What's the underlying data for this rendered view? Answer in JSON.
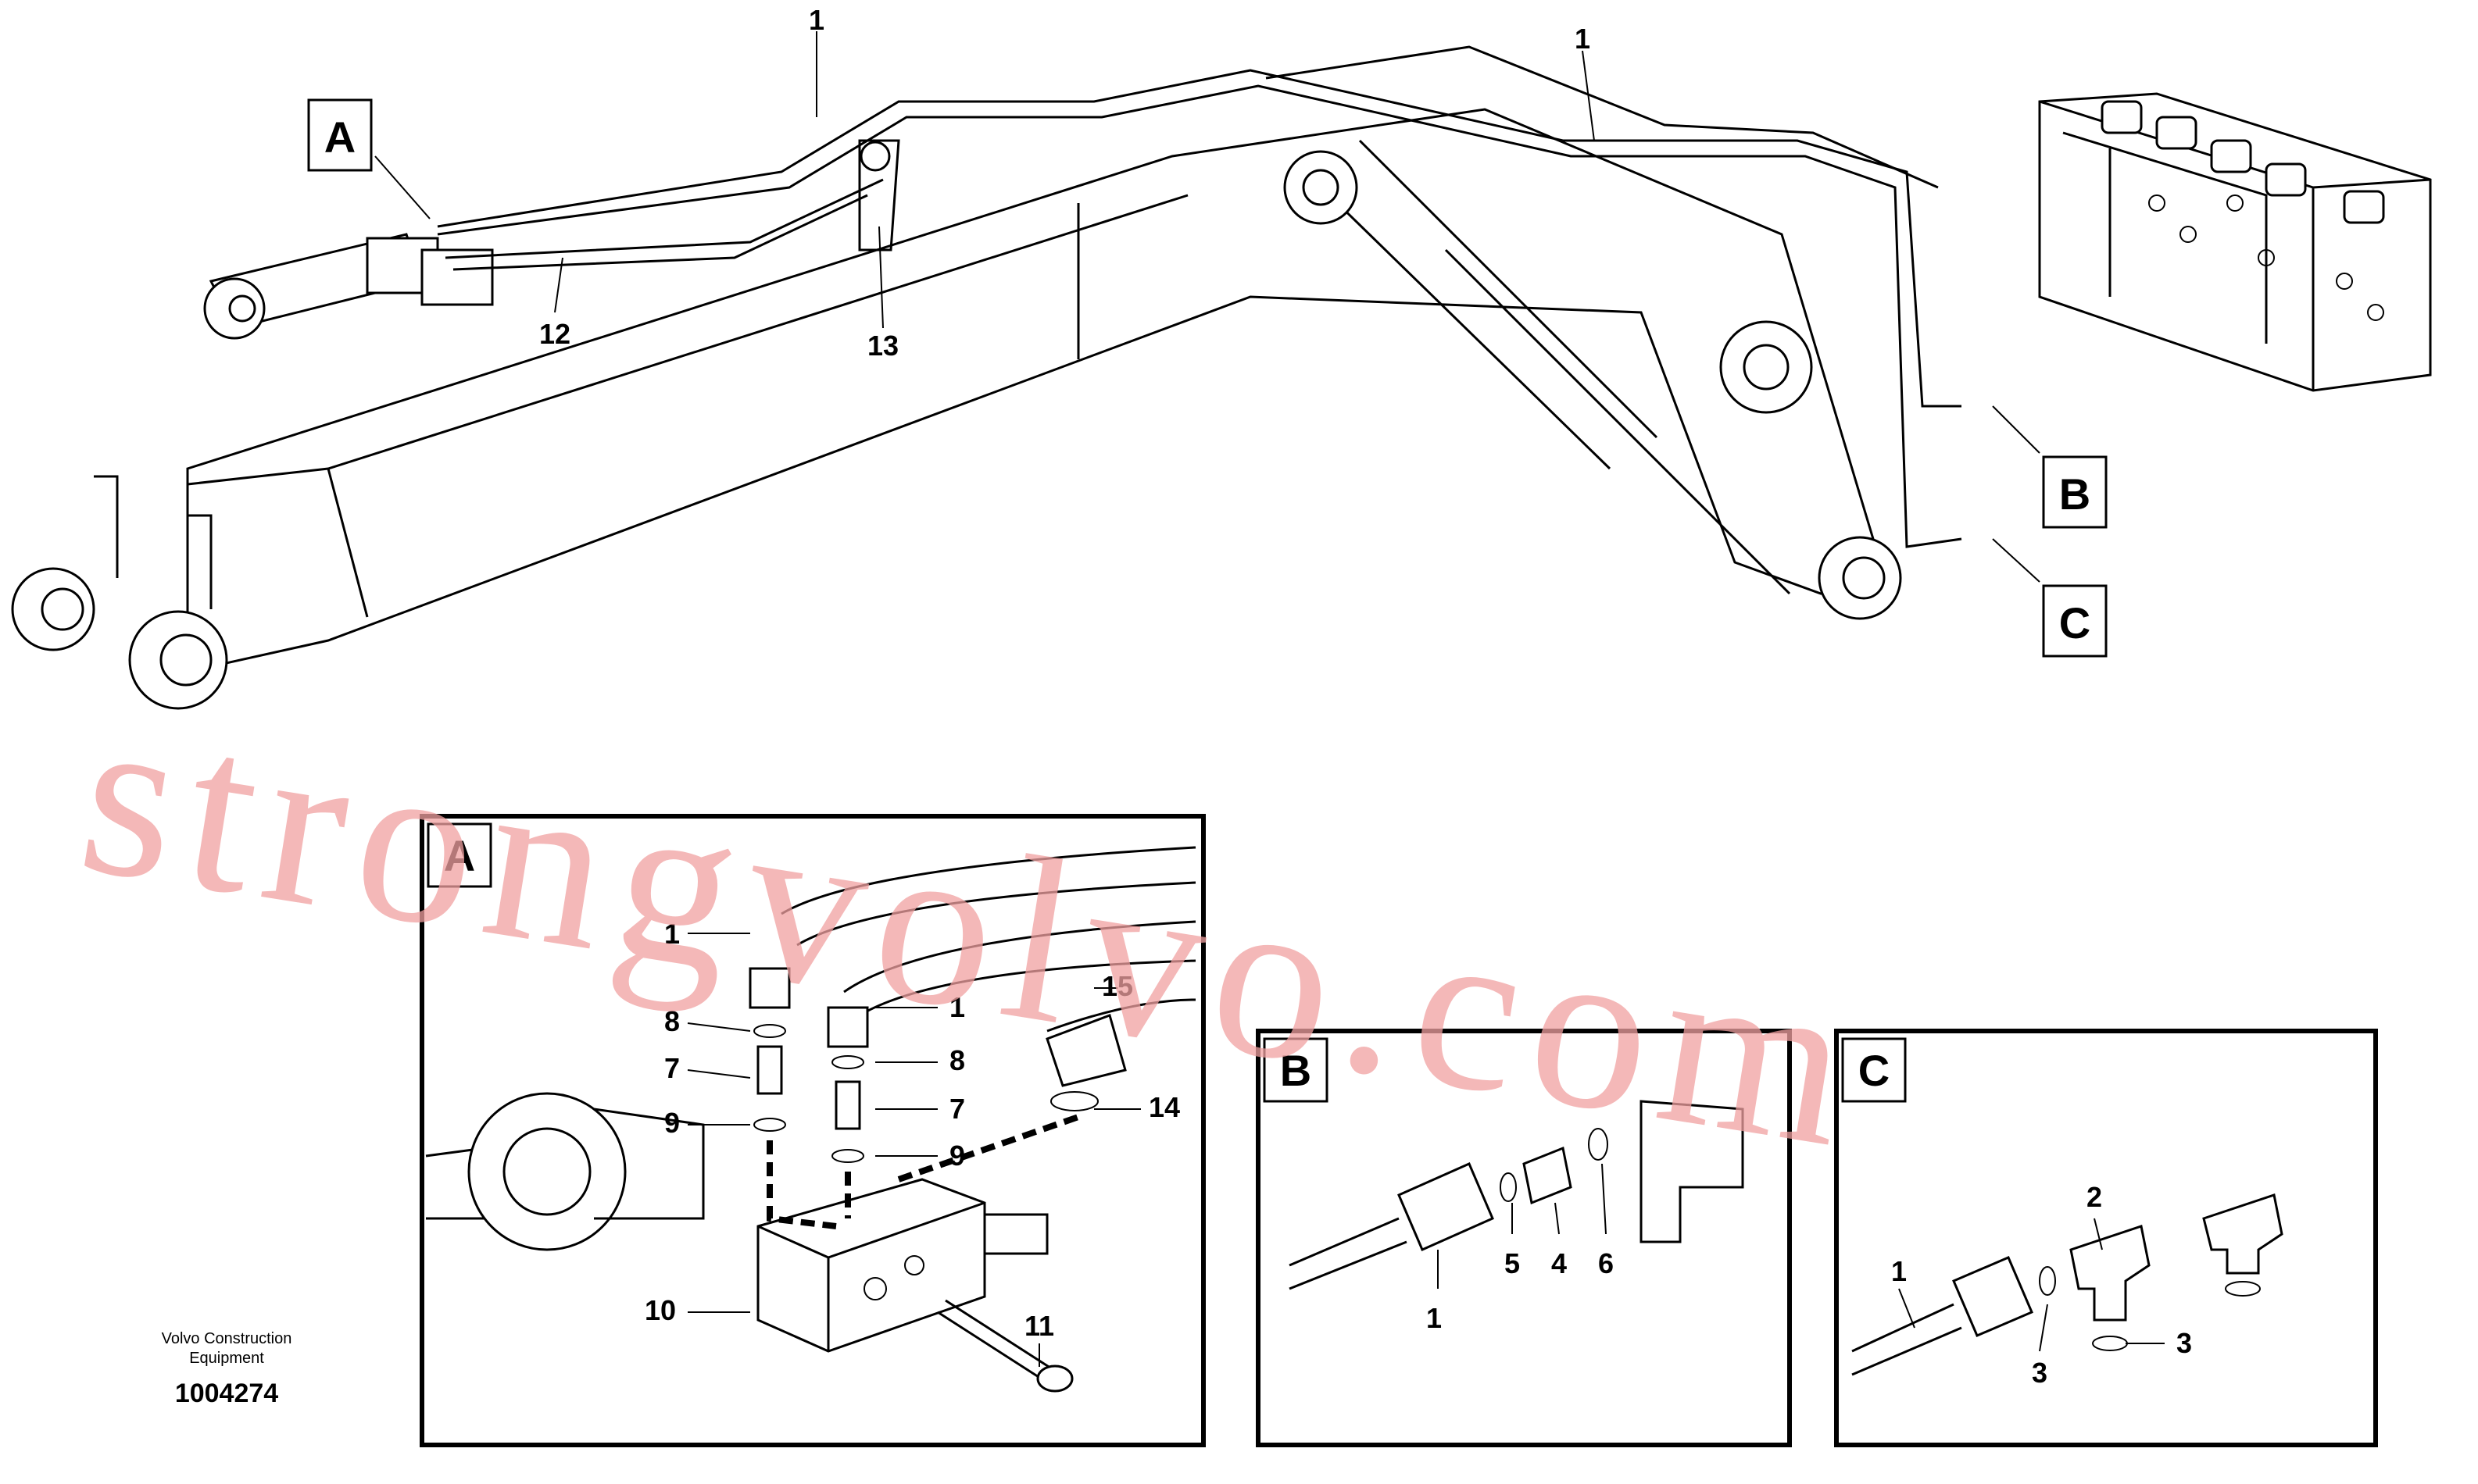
{
  "main_view": {
    "callouts": [
      "1",
      "1",
      "12",
      "13"
    ],
    "box_labels": [
      "A",
      "B",
      "C"
    ]
  },
  "detail_a": {
    "label": "A",
    "callouts": [
      "1",
      "8",
      "7",
      "9",
      "1",
      "8",
      "7",
      "9",
      "15",
      "14",
      "10",
      "11"
    ]
  },
  "detail_b": {
    "label": "B",
    "callouts": [
      "1",
      "5",
      "4",
      "6"
    ]
  },
  "detail_c": {
    "label": "C",
    "callouts": [
      "1",
      "2",
      "3",
      "3"
    ]
  },
  "footer": {
    "caption_line1": "Volvo Construction",
    "caption_line2": "Equipment",
    "doc_number": "1004274"
  },
  "watermark": "strongvolvo.com",
  "colors": {
    "line": "#000000",
    "watermark": "#f0a0a0"
  }
}
